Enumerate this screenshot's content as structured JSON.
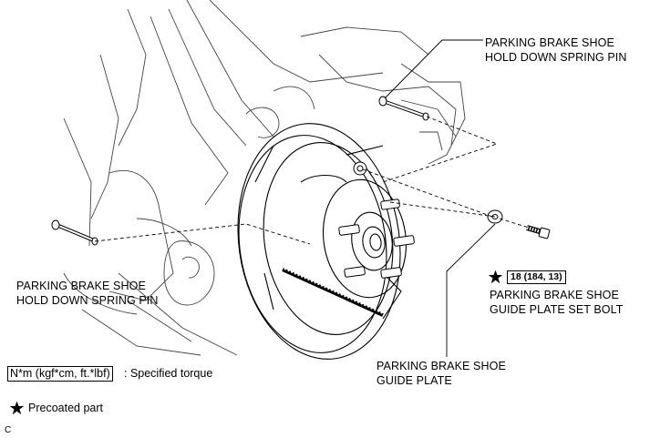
{
  "labels": {
    "pin_upper_line1": "PARKING BRAKE SHOE",
    "pin_upper_line2": "HOLD DOWN SPRING PIN",
    "pin_lower_line1": "PARKING BRAKE SHOE",
    "pin_lower_line2": "HOLD DOWN SPRING PIN",
    "bolt_line1": "PARKING BRAKE SHOE",
    "bolt_line2": "GUIDE PLATE SET BOLT",
    "plate_line1": "PARKING BRAKE SHOE",
    "plate_line2": "GUIDE PLATE"
  },
  "torque": "18 (184, 13)",
  "legend": {
    "torque_unit": "N*m (kgf*cm, ft.*lbf)",
    "torque_desc": ": Specified torque",
    "precoated": "Precoated part"
  },
  "figure_code": "C",
  "icons": [
    "star-icon"
  ],
  "colors": {
    "ink": "#000000",
    "light_ink": "#555555",
    "background": "#ffffff"
  }
}
